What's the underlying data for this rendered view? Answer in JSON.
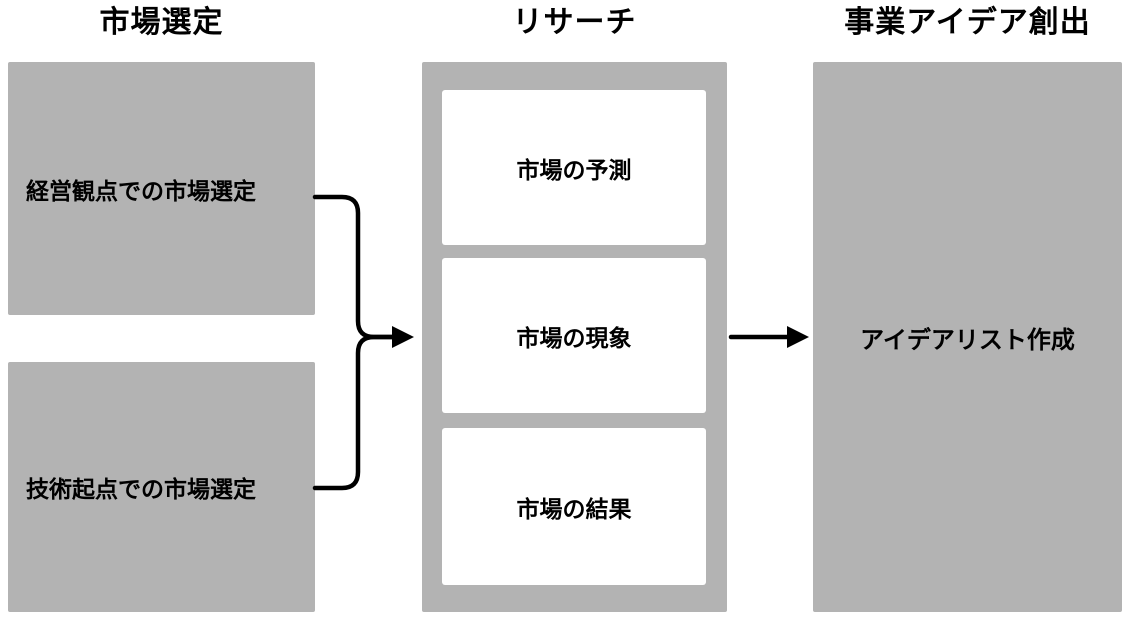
{
  "diagram": {
    "columns": [
      {
        "title": "市場選定",
        "boxes": [
          "経営観点での市場選定",
          "技術起点での市場選定"
        ]
      },
      {
        "title": "リサーチ",
        "boxes": [
          "市場の予測",
          "市場の現象",
          "市場の結果"
        ]
      },
      {
        "title": "事業アイデア創出",
        "boxes": [
          "アイデアリスト作成"
        ]
      }
    ],
    "colors": {
      "panel_gray": "#b3b3b3",
      "card_white": "#ffffff",
      "arrow_black": "#000000",
      "background": "#ffffff"
    }
  }
}
